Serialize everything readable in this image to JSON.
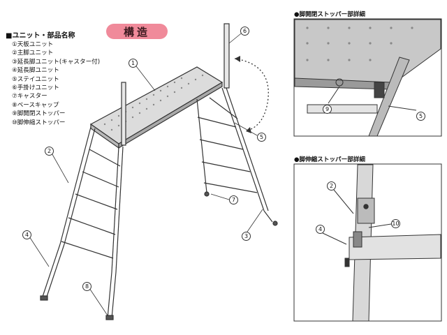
{
  "title": "構造",
  "parts_heading": "■ユニット・部品名称",
  "parts": [
    "①天板ユニット",
    "②主脚ユニット",
    "③延長脚ユニット(キャスター付)",
    "④延長脚ユニット",
    "⑤ステイユニット",
    "⑥手掛けユニット",
    "⑦キャスター",
    "⑧ベースキャップ",
    "⑨脚開閉ストッパー",
    "⑩脚伸縮ストッパー"
  ],
  "detail_top": {
    "title": "●脚開閉ストッパー部詳細"
  },
  "detail_bottom": {
    "title": "●脚伸縮ストッパー部詳細"
  },
  "callouts": {
    "c1": "1",
    "c2": "2",
    "c3": "3",
    "c4": "4",
    "c5": "5",
    "c6": "6",
    "c7": "7",
    "c8": "8",
    "d9": "9",
    "d5": "5",
    "d2": "2",
    "d10": "10",
    "d4": "4"
  }
}
